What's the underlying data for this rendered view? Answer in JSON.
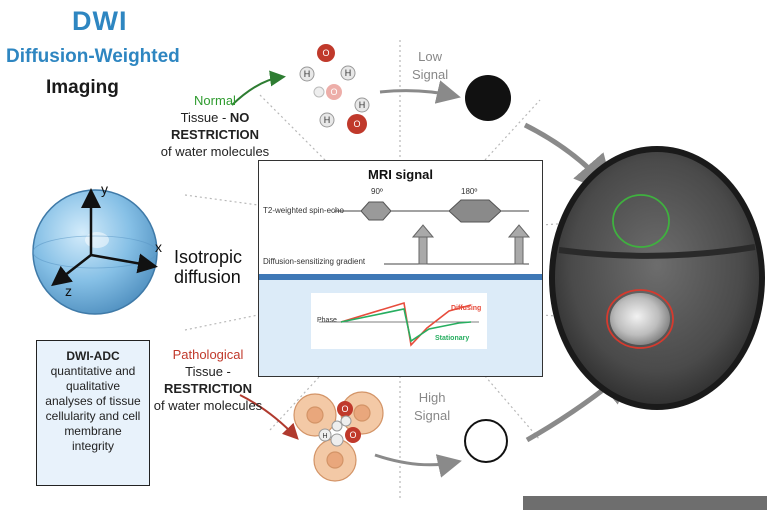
{
  "title": {
    "main": "DWI",
    "line2": "Diffusion-Weighted",
    "line3": "Imaging"
  },
  "normal_tissue": {
    "label": "Normal",
    "tissue_word": "Tissue - ",
    "restriction": "NO RESTRICTION",
    "rest": "of water molecules"
  },
  "pathological_tissue": {
    "label": "Pathological",
    "tissue_word": "Tissue -",
    "restriction": "RESTRICTION",
    "rest": "of water molecules"
  },
  "isotropic": {
    "label": "Isotropic diffusion",
    "axis_x": "x",
    "axis_y": "y",
    "axis_z": "z"
  },
  "adc_box": {
    "title": "DWI-ADC",
    "text": "quantitative and qualitative analyses of tissue cellularity and cell membrane integrity"
  },
  "low_signal": {
    "line1": "Low",
    "line2": "Signal"
  },
  "high_signal": {
    "line1": "High",
    "line2": "Signal"
  },
  "mri_panel": {
    "title": "MRI signal",
    "angle_90": "90º",
    "angle_180": "180º",
    "spin_echo_label": "T2-weighted spin-echo",
    "gradient_label": "Diffusion-sensitizing gradient",
    "phase_label": "Phase",
    "diffusing_label": "Diffusing",
    "stationary_label": "Stationary"
  },
  "molecule_letters": {
    "hydrogen": "H",
    "oxygen": "O"
  },
  "colors": {
    "accent_blue": "#2e86c1",
    "normal_green": "#2e9b2e",
    "pathological_red": "#c0392b",
    "oxygen_red": "#c0392b",
    "cell_peach": "#f2c29b",
    "sphere_blue": "#7db8e0"
  },
  "icons": [
    "water-molecule-icon",
    "cell-icon",
    "sphere-icon",
    "arrow-icon",
    "mri-scan-image"
  ]
}
